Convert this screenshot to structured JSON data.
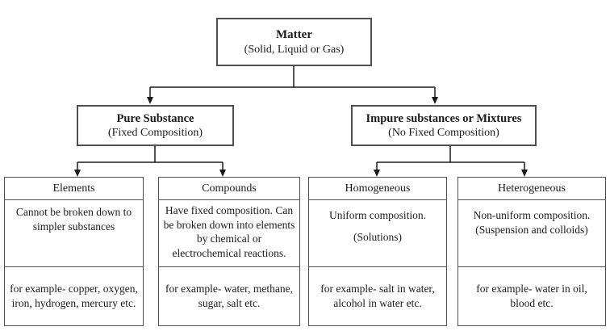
{
  "diagram": {
    "root": {
      "title": "Matter",
      "subtitle": "(Solid, Liquid or Gas)"
    },
    "level2": [
      {
        "title": "Pure Substance",
        "subtitle": "(Fixed Composition)"
      },
      {
        "title": "Impure substances or Mixtures",
        "subtitle": "(No Fixed Composition)"
      }
    ],
    "columns": [
      {
        "header": "Elements",
        "desc1": "Cannot be broken down to simpler substances",
        "desc2": "",
        "examples": "for example- copper, oxygen, iron, hydrogen, mercury etc."
      },
      {
        "header": "Compounds",
        "desc1": "Have fixed composition. Can be broken down into elements by chemical or electrochemical reactions.",
        "desc2": "",
        "examples": "for example- water, methane, sugar, salt etc."
      },
      {
        "header": "Homogeneous",
        "desc1": "Uniform composition.",
        "desc2": "(Solutions)",
        "examples": "for example- salt in water, alcohol in water etc."
      },
      {
        "header": "Heterogeneous",
        "desc1": "Non-uniform composition.",
        "desc2": "(Suspension and colloids)",
        "examples": "for example- water in oil, blood etc."
      }
    ],
    "colors": {
      "box_border": "#4f4f4f",
      "connector_line": "#1a1a1a",
      "text": "#1a1a1a",
      "background": "#ffffff"
    }
  }
}
